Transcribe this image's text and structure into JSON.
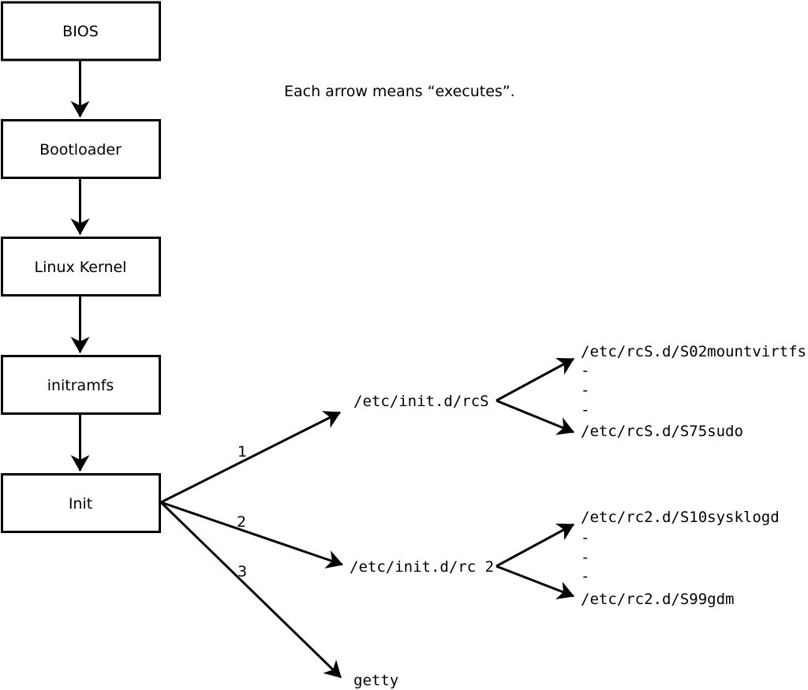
{
  "diagram": {
    "note": "Each arrow means “executes”.",
    "boot_chain": [
      {
        "label": "BIOS"
      },
      {
        "label": "Bootloader"
      },
      {
        "label": "Linux Kernel"
      },
      {
        "label": "initramfs"
      },
      {
        "label": "Init"
      }
    ],
    "init_branches": [
      {
        "number": "1",
        "target": "/etc/init.d/rcS"
      },
      {
        "number": "2",
        "target": "/etc/init.d/rc 2"
      },
      {
        "number": "3",
        "target": "getty"
      }
    ],
    "rcS_scripts": {
      "first": "/etc/rcS.d/S02mountvirtfs",
      "ellipsis": [
        "-",
        "-",
        "-"
      ],
      "last": "/etc/rcS.d/S75sudo"
    },
    "rc2_scripts": {
      "first": "/etc/rc2.d/S10sysklogd",
      "ellipsis": [
        "-",
        "-",
        "-"
      ],
      "last": "/etc/rc2.d/S99gdm"
    },
    "colors": {
      "line": "#000000",
      "box_fill": "#ffffff",
      "background": "#ffffff",
      "text": "#000000"
    }
  }
}
